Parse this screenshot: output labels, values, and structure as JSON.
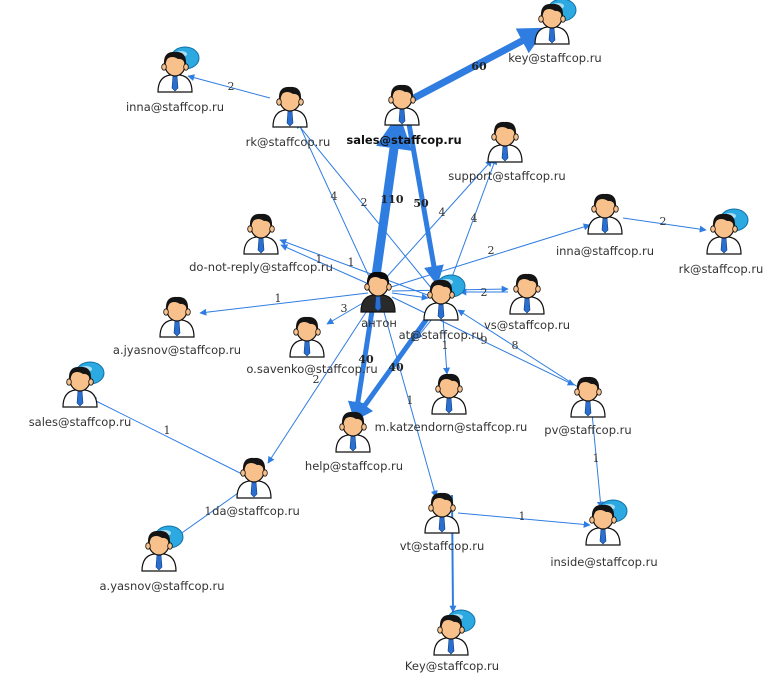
{
  "colors": {
    "edge": "#2f7de1",
    "bubble": "#2ba9e0",
    "skin": "#f8c08a",
    "hair": "#141414",
    "shirt": "#ffffff",
    "tie": "#2a6fd0"
  },
  "nodes": [
    {
      "id": "key1",
      "label": "key@staffcop.ru",
      "icon": "user-bubble-icon"
    },
    {
      "id": "inna1",
      "label": "inna@staffcop.ru",
      "icon": "user-bubble-icon"
    },
    {
      "id": "rk1",
      "label": "rk@staffcop.ru",
      "icon": "user-icon"
    },
    {
      "id": "sales1",
      "label": "sales@staffcop.ru",
      "icon": "user-icon",
      "bold": true
    },
    {
      "id": "support",
      "label": "support@staffcop.ru",
      "icon": "user-icon"
    },
    {
      "id": "dnr",
      "label": "do-not-reply@staffcop.ru",
      "icon": "user-icon"
    },
    {
      "id": "inna2",
      "label": "inna@staffcop.ru",
      "icon": "user-icon"
    },
    {
      "id": "rk2",
      "label": "rk@staffcop.ru",
      "icon": "user-bubble-icon"
    },
    {
      "id": "anton",
      "label": "антон",
      "icon": "user-dark-icon"
    },
    {
      "id": "at",
      "label": "at@staffcop.ru",
      "icon": "user-bubble-icon"
    },
    {
      "id": "vs",
      "label": "vs@staffcop.ru",
      "icon": "user-icon"
    },
    {
      "id": "ajyasnov",
      "label": "a.jyasnov@staffcop.ru",
      "icon": "user-icon"
    },
    {
      "id": "osav",
      "label": "o.savenko@staffcop.ru",
      "icon": "user-icon"
    },
    {
      "id": "sales2",
      "label": "sales@staffcop.ru",
      "icon": "user-bubble-icon"
    },
    {
      "id": "mkatz",
      "label": "m.katzendorn@staffcop.ru",
      "icon": "user-icon"
    },
    {
      "id": "help",
      "label": "help@staffcop.ru",
      "icon": "user-icon"
    },
    {
      "id": "pv",
      "label": "pv@staffcop.ru",
      "icon": "user-icon"
    },
    {
      "id": "da",
      "label": "da@staffcop.ru",
      "icon": "user-icon"
    },
    {
      "id": "vt",
      "label": "vt@staffcop.ru",
      "icon": "user-icon"
    },
    {
      "id": "inside",
      "label": "inside@staffcop.ru",
      "icon": "user-bubble-icon"
    },
    {
      "id": "ayasnov",
      "label": "a.yasnov@staffcop.ru",
      "icon": "user-bubble-icon"
    },
    {
      "id": "key2",
      "label": "Key@staffcop.ru",
      "icon": "user-bubble-icon"
    }
  ],
  "edges": [
    {
      "from": "sales1",
      "to": "key1",
      "label": "60"
    },
    {
      "from": "anton",
      "to": "sales1",
      "label": "110"
    },
    {
      "from": "sales1",
      "to": "at",
      "label": "50"
    },
    {
      "from": "at",
      "to": "help",
      "label": "40"
    },
    {
      "from": "anton",
      "to": "help",
      "label": "40"
    },
    {
      "from": "rk1",
      "to": "inna1",
      "label": "2"
    },
    {
      "from": "anton",
      "to": "rk1",
      "label": "4"
    },
    {
      "from": "at",
      "to": "rk1",
      "label": "2"
    },
    {
      "from": "anton",
      "to": "support",
      "label": "4"
    },
    {
      "from": "at",
      "to": "support",
      "label": "4"
    },
    {
      "from": "anton",
      "to": "inna2",
      "label": "2"
    },
    {
      "from": "inna2",
      "to": "rk2",
      "label": "2"
    },
    {
      "from": "at",
      "to": "dnr",
      "label": "1"
    },
    {
      "from": "anton",
      "to": "dnr",
      "label": "1"
    },
    {
      "from": "vs",
      "to": "at",
      "label": "2"
    },
    {
      "from": "anton",
      "to": "vs",
      "label": ""
    },
    {
      "from": "anton",
      "to": "ajyasnov",
      "label": "1"
    },
    {
      "from": "anton",
      "to": "osav",
      "label": "3"
    },
    {
      "from": "anton",
      "to": "at",
      "label": ""
    },
    {
      "from": "at",
      "to": "mkatz",
      "label": "1"
    },
    {
      "from": "anton",
      "to": "pv",
      "label": "9"
    },
    {
      "from": "pv",
      "to": "at",
      "label": "8"
    },
    {
      "from": "anton",
      "to": "da",
      "label": "2"
    },
    {
      "from": "da",
      "to": "sales2",
      "label": "1"
    },
    {
      "from": "da",
      "to": "ayasnov",
      "label": "1"
    },
    {
      "from": "anton",
      "to": "vt",
      "label": "1"
    },
    {
      "from": "vt",
      "to": "inside",
      "label": "1"
    },
    {
      "from": "pv",
      "to": "inside",
      "label": "1"
    },
    {
      "from": "vt",
      "to": "key2",
      "label": ""
    },
    {
      "from": "at",
      "to": "anton",
      "label": "1"
    }
  ]
}
